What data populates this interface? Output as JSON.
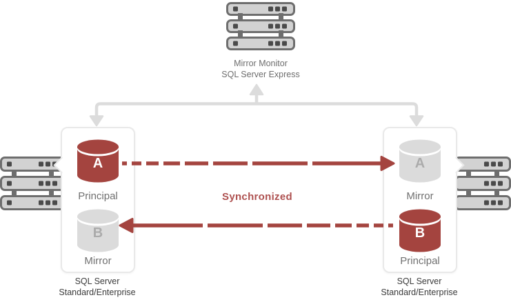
{
  "monitor": {
    "title": "Mirror Monitor",
    "subtitle": "SQL Server Express"
  },
  "status": {
    "label": "Synchronized"
  },
  "left_server": {
    "caption_line1": "SQL Server",
    "caption_line2": "Standard/Enterprise",
    "databases": [
      {
        "letter": "A",
        "role": "Principal"
      },
      {
        "letter": "B",
        "role": "Mirror"
      }
    ]
  },
  "right_server": {
    "caption_line1": "SQL Server",
    "caption_line2": "Standard/Enterprise",
    "databases": [
      {
        "letter": "A",
        "role": "Mirror"
      },
      {
        "letter": "B",
        "role": "Principal"
      }
    ]
  },
  "icons": {
    "monitor_stack": "server-rack-icon",
    "left_edge": "server-rack-icon",
    "right_edge": "server-rack-icon",
    "database": "database-cylinder-icon",
    "monitor_links": "gray-connector-arrows",
    "mirroring_flow": "red-dashed-arrows"
  },
  "colors": {
    "principal_red": "#A4443F",
    "mirror_gray": "#DBDBDB",
    "mirror_letter_gray": "#ABABAB",
    "sync_text_red": "#AE5150",
    "connector_gray": "#DCDCDC",
    "rack_border_gray": "#6E6E6E",
    "rack_fill_gray": "#D2D2D2",
    "label_gray": "#707070",
    "caption_dark": "#3A3A3A"
  }
}
